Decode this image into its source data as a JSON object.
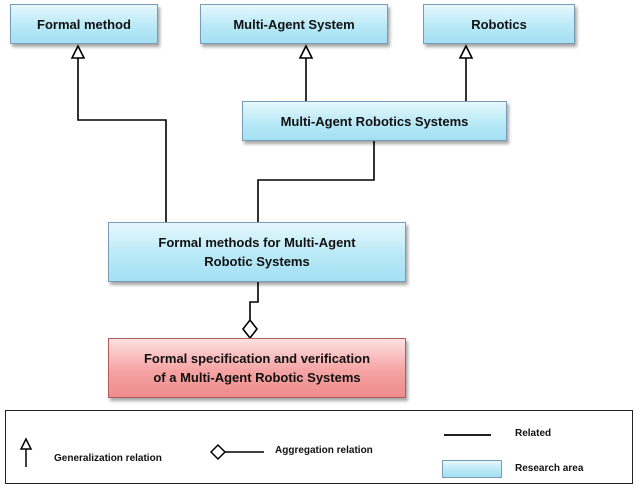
{
  "nodes": {
    "formal_method": "Formal method",
    "multi_agent_system": "Multi-Agent System",
    "robotics": "Robotics",
    "mars": "Multi-Agent Robotics Systems",
    "fm_mars_line1": "Formal methods for Multi-Agent",
    "fm_mars_line2": "Robotic Systems",
    "goal_line1": "Formal specification and verification",
    "goal_line2": "of a Multi-Agent  Robotic Systems"
  },
  "legend": {
    "generalization": "Generalization relation",
    "aggregation": "Aggregation relation",
    "related": "Related",
    "research_area": "Research area"
  },
  "colors": {
    "research_area": "#b9e9f7",
    "target": "#f5a3a3",
    "line": "#000000"
  },
  "icons": {
    "generalization": "hollow-triangle-arrow-icon",
    "aggregation": "hollow-diamond-icon"
  }
}
